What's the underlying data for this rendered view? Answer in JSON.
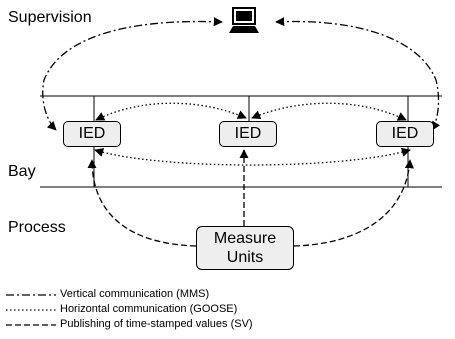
{
  "levels": {
    "supervision": "Supervision",
    "bay": "Bay",
    "process": "Process"
  },
  "ieds": [
    {
      "label": "IED"
    },
    {
      "label": "IED"
    },
    {
      "label": "IED"
    }
  ],
  "measure_units": {
    "line1": "Measure",
    "line2": "Units"
  },
  "supervision_icon": "laptop-icon",
  "legend": [
    {
      "style": "dash-dot",
      "label": "Vertical communication (MMS)"
    },
    {
      "style": "dotted",
      "label": "Horizontal communication (GOOSE)"
    },
    {
      "style": "dashed",
      "label": "Publishing of time-stamped values (SV)"
    }
  ]
}
